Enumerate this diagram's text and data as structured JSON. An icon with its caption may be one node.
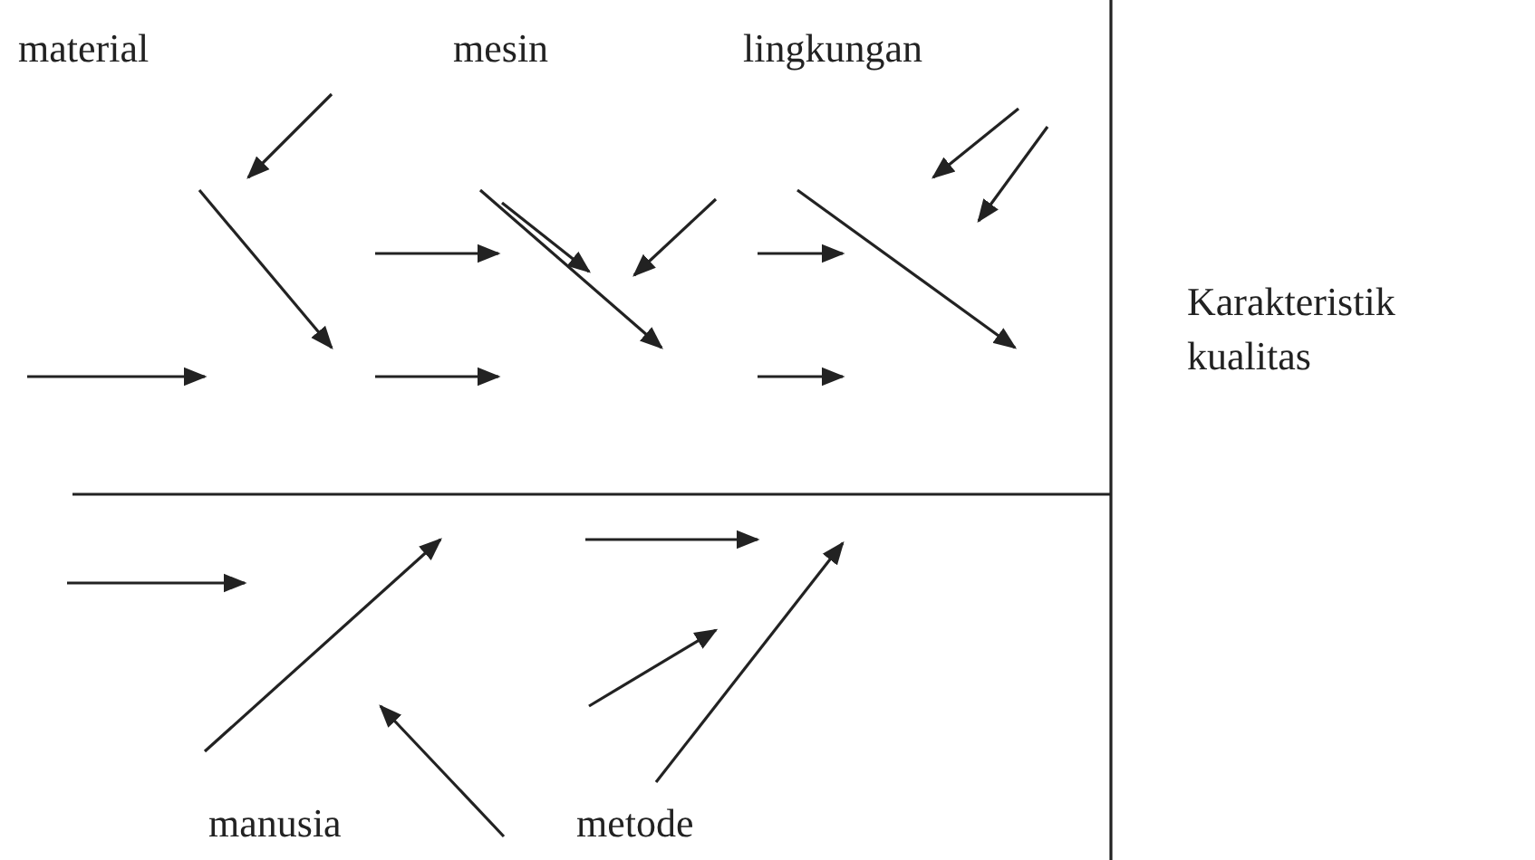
{
  "diagram": {
    "labels": [
      "material",
      "mesin",
      "lingkungan",
      "Karakteristik kualitas",
      "manusia",
      "metode"
    ]
  }
}
